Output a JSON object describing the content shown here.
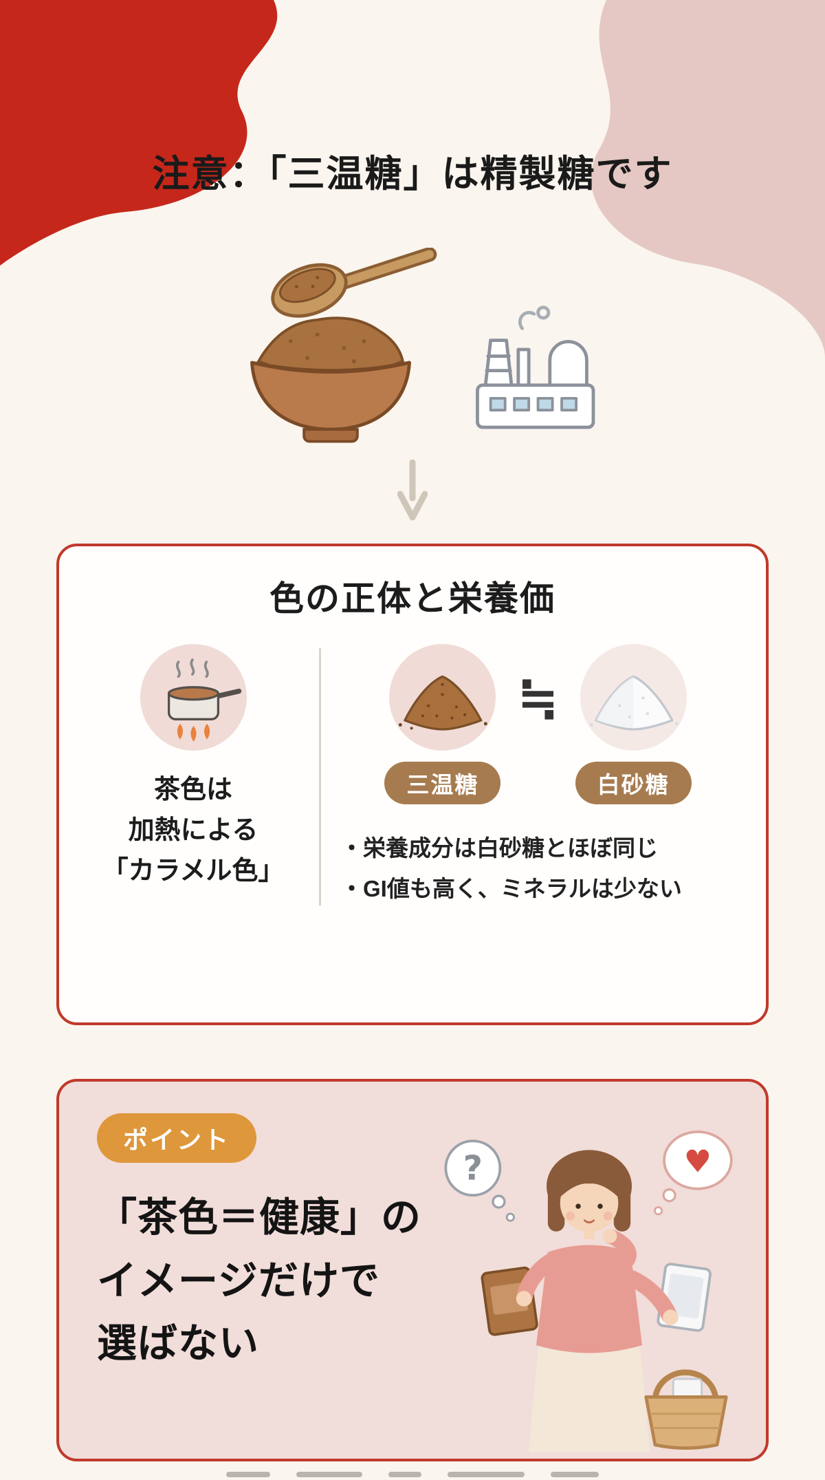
{
  "page": {
    "title": "注意：「三温糖」は精製糖です"
  },
  "colors": {
    "background": "#FAF5EE",
    "accent_red": "#C5271B",
    "blob_pink": "#E5C8C3",
    "card_border": "#C0392B",
    "panel_pink": "#F1DDD9",
    "circle_pink": "#F0DBD7",
    "pill_brown": "#A67B4F",
    "badge_orange": "#DE973B",
    "sugar_brown": "#A9713F",
    "text_dark": "#1C1C1C"
  },
  "hero": {
    "sugar_bowl_icon": "brown-sugar-bowl-with-spoon",
    "factory_icon": "refinery-factory",
    "arrow_icon": "down-arrow"
  },
  "card1": {
    "title": "色の正体と栄養価",
    "left": {
      "icon": "saucepan-on-fire",
      "lines": [
        "茶色は",
        "加熱による",
        "「カラメル色」"
      ]
    },
    "right": {
      "brown_label": "三温糖",
      "approx": "≒",
      "white_label": "白砂糖",
      "bullets": [
        "・栄養成分は白砂糖とほぼ同じ",
        "・GI値も高く、ミネラルは少ない"
      ]
    }
  },
  "card2": {
    "badge": "ポイント",
    "lines": [
      "「茶色＝健康」の",
      "イメージだけで",
      "選ばない"
    ],
    "question_mark": "?",
    "heart": "♥"
  }
}
